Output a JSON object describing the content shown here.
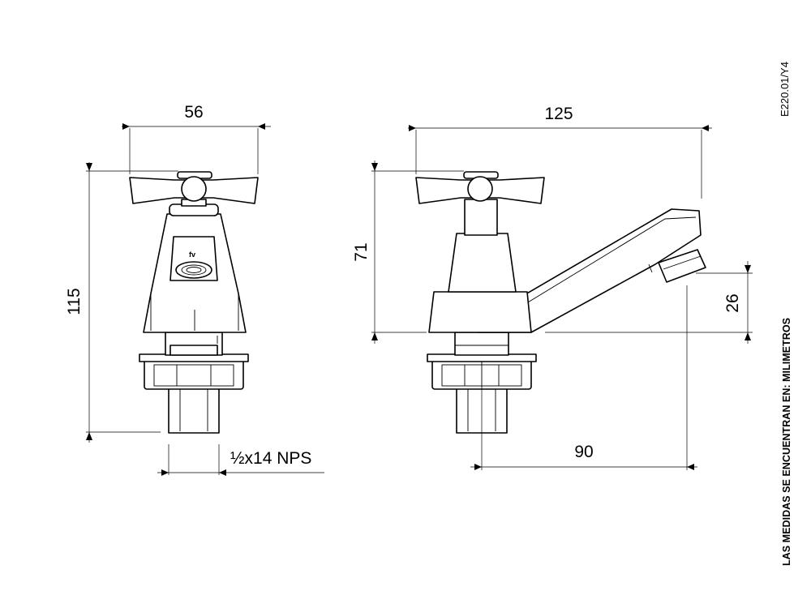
{
  "drawing": {
    "code": "E220.01/Y4",
    "units_note": "LAS MEDIDAS SE ENCUENTRAN EN: MILIMETROS",
    "logo_text": "fv",
    "front_view": {
      "width_dim": "56",
      "height_dim": "115",
      "thread_dim": "½x14 NPS"
    },
    "side_view": {
      "length_dim": "125",
      "height_dim": "71",
      "spout_height_dim": "26",
      "reach_dim": "90"
    }
  }
}
